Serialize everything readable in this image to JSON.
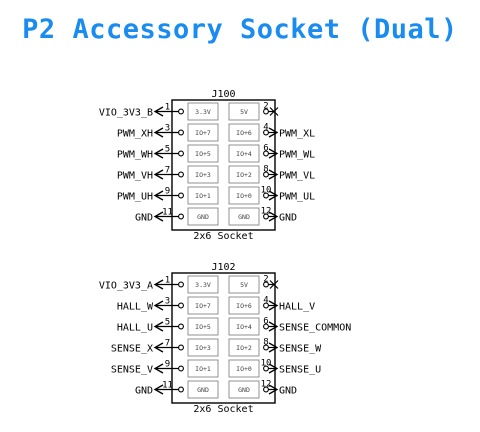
{
  "title": "P2 Accessory Socket (Dual)",
  "colors": {
    "title": "#1a8cf0",
    "ink": "#000000",
    "inner_box": "#777777",
    "pin_label": "#444444"
  },
  "connectors": [
    {
      "ref": "J100",
      "footer": "2x6 Socket",
      "rows": [
        {
          "left_pin": "1",
          "left_label": "3.3V",
          "right_label": "5V",
          "right_pin": "2",
          "left_net": "VIO_3V3_B",
          "right_net": ""
        },
        {
          "left_pin": "3",
          "left_label": "IO+7",
          "right_label": "IO+6",
          "right_pin": "4",
          "left_net": "PWM_XH",
          "right_net": "PWM_XL"
        },
        {
          "left_pin": "5",
          "left_label": "IO+5",
          "right_label": "IO+4",
          "right_pin": "6",
          "left_net": "PWM_WH",
          "right_net": "PWM_WL"
        },
        {
          "left_pin": "7",
          "left_label": "IO+3",
          "right_label": "IO+2",
          "right_pin": "8",
          "left_net": "PWM_VH",
          "right_net": "PWM_VL"
        },
        {
          "left_pin": "9",
          "left_label": "IO+1",
          "right_label": "IO+0",
          "right_pin": "10",
          "left_net": "PWM_UH",
          "right_net": "PWM_UL"
        },
        {
          "left_pin": "11",
          "left_label": "GND",
          "right_label": "GND",
          "right_pin": "12",
          "left_net": "GND",
          "right_net": "GND"
        }
      ]
    },
    {
      "ref": "J102",
      "footer": "2x6 Socket",
      "rows": [
        {
          "left_pin": "1",
          "left_label": "3.3V",
          "right_label": "5V",
          "right_pin": "2",
          "left_net": "VIO_3V3_A",
          "right_net": ""
        },
        {
          "left_pin": "3",
          "left_label": "IO+7",
          "right_label": "IO+6",
          "right_pin": "4",
          "left_net": "HALL_W",
          "right_net": "HALL_V"
        },
        {
          "left_pin": "5",
          "left_label": "IO+5",
          "right_label": "IO+4",
          "right_pin": "6",
          "left_net": "HALL_U",
          "right_net": "SENSE_COMMON"
        },
        {
          "left_pin": "7",
          "left_label": "IO+3",
          "right_label": "IO+2",
          "right_pin": "8",
          "left_net": "SENSE_X",
          "right_net": "SENSE_W"
        },
        {
          "left_pin": "9",
          "left_label": "IO+1",
          "right_label": "IO+0",
          "right_pin": "10",
          "left_net": "SENSE_V",
          "right_net": "SENSE_U"
        },
        {
          "left_pin": "11",
          "left_label": "GND",
          "right_label": "GND",
          "right_pin": "12",
          "left_net": "GND",
          "right_net": "GND"
        }
      ]
    }
  ]
}
